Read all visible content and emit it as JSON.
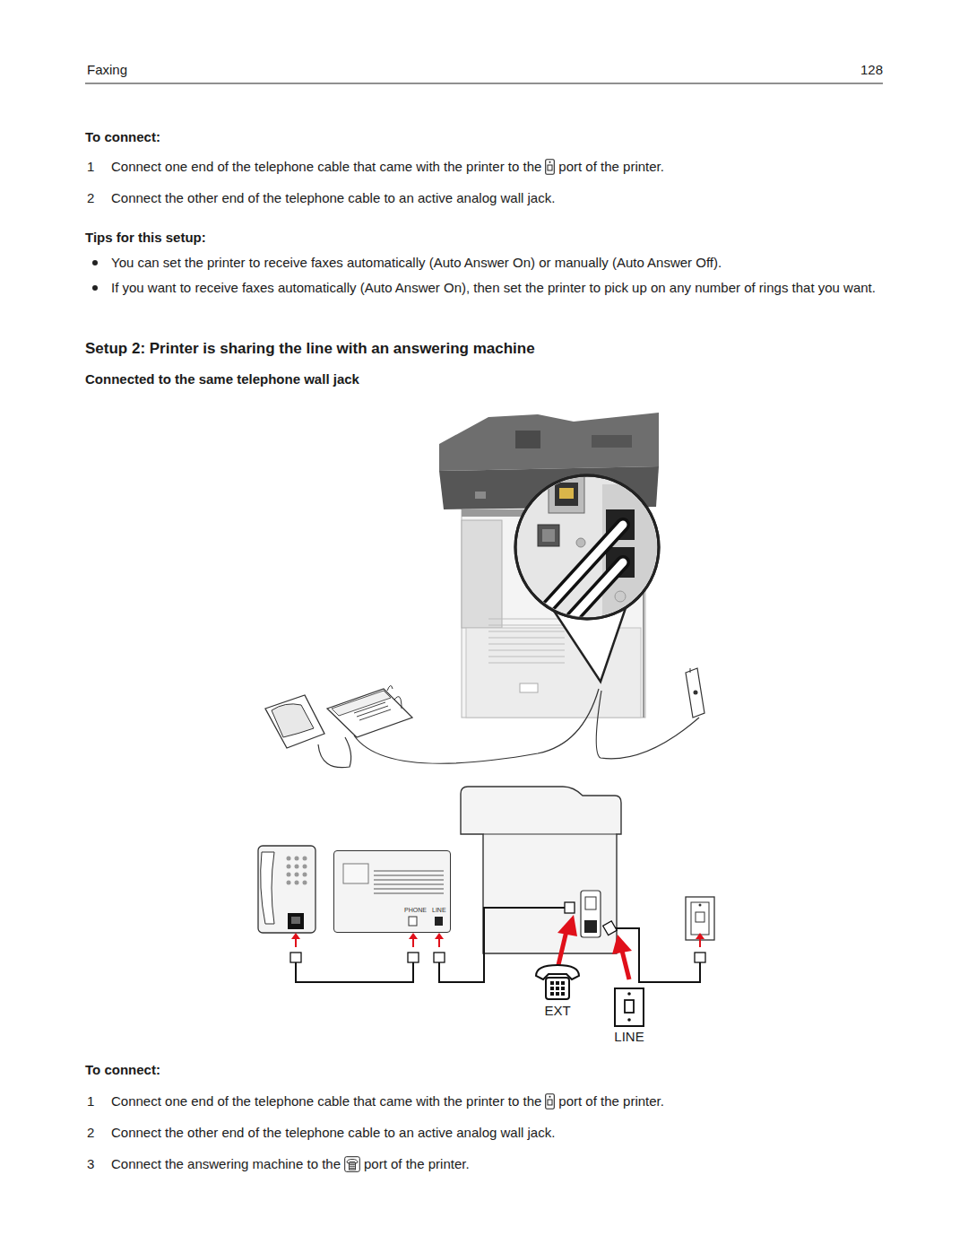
{
  "diagram": {
    "title": "Setup 2: Printer is sharing the line with an answering machine",
    "nodes": [
      {
        "text": [
          "PHONE",
          "LINE"
        ]
      }
    ],
    "labels": [
      "Faxing",
      "128",
      "To connect:",
      "1",
      "Connect one end of the telephone cable that came with the printer to the",
      "port of the printer.",
      "2",
      "Connect the other end of the telephone cable to an active analog wall jack.",
      "Tips for this setup:",
      "You can set the printer to receive faxes automatically (Auto Answer On) or manually (Auto Answer Off).",
      "If you want to receive faxes automatically (Auto Answer On), then set the printer to pick up on any number of rings that you want.",
      "Connected to the same telephone wall jack",
      "EXT",
      "LINE",
      "To connect:",
      "1",
      "Connect one end of the telephone cable that came with the printer to the",
      "port of the printer.",
      "2",
      "Connect the other end of the telephone cable to an active analog wall jack.",
      "3",
      "Connect the answering machine to the",
      "port of the printer."
    ]
  }
}
